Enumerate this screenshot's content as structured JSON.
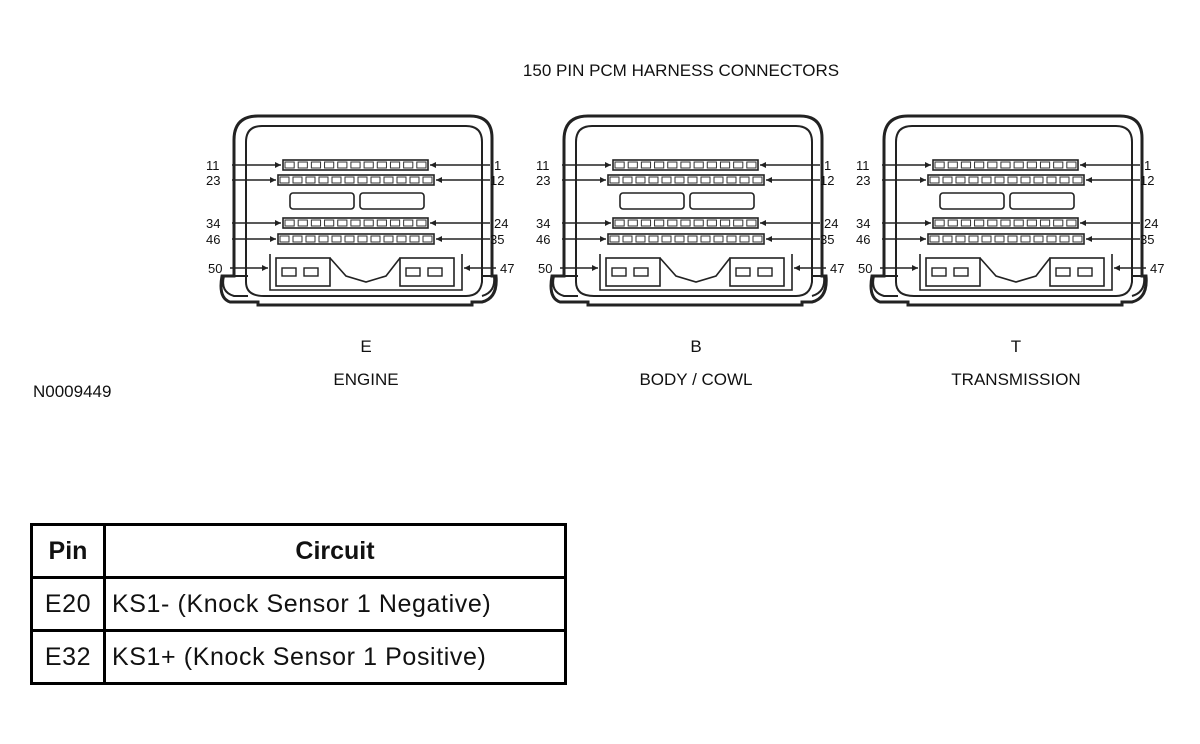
{
  "figure": {
    "title": "150 PIN PCM HARNESS CONNECTORS",
    "figure_id": "N0009449",
    "connectors": [
      {
        "letter": "E",
        "name": "ENGINE"
      },
      {
        "letter": "B",
        "name": "BODY / COWL"
      },
      {
        "letter": "T",
        "name": "TRANSMISSION"
      }
    ],
    "pin_labels": {
      "row1_left": "11",
      "row1_right": "1",
      "row2_left": "23",
      "row2_right": "12",
      "row3_left": "34",
      "row3_right": "24",
      "row4_left": "46",
      "row4_right": "35",
      "row5_left": "50",
      "row5_right": "47"
    }
  },
  "table": {
    "headers": {
      "pin": "Pin",
      "circuit": "Circuit"
    },
    "rows": [
      {
        "pin": "E20",
        "circuit": "KS1- (Knock Sensor 1 Negative)"
      },
      {
        "pin": "E32",
        "circuit": "KS1+ (Knock Sensor 1 Positive)"
      }
    ]
  }
}
